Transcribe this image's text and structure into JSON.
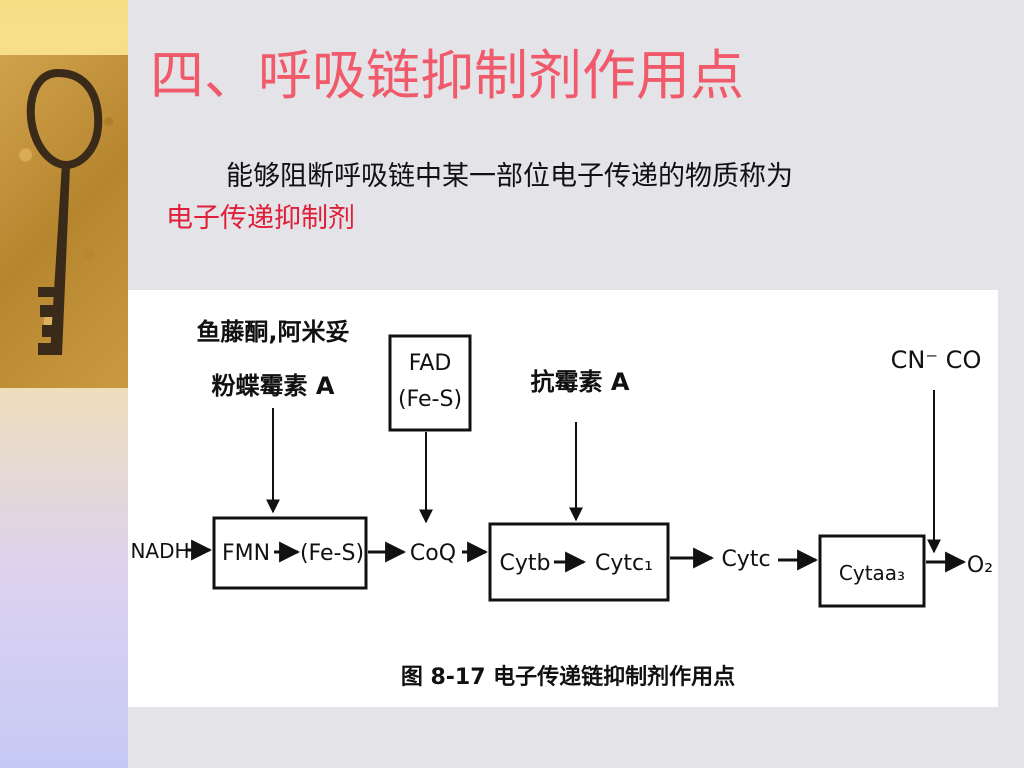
{
  "slide": {
    "title": "四、呼吸链抑制剂作用点",
    "body_text": "能够阻断呼吸链中某一部位电子传递的物质称为",
    "highlight_term": "电子传递抑制剂"
  },
  "diagram": {
    "inhibitor_1_line1": "鱼藤酮,阿米妥",
    "inhibitor_1_line2": "粉蝶霉素 A",
    "fad_line1": "FAD",
    "fad_line2": "(Fe-S)",
    "inhibitor_2": "抗霉素 A",
    "inhibitor_3": "CN⁻ CO",
    "nadh": "NADH",
    "fmn": "FMN",
    "fes": "(Fe-S)",
    "coq": "CoQ",
    "cytb": "Cytb",
    "cytc1": "Cytc₁",
    "cytc": "Cytc",
    "cytaa3": "Cytaa₃",
    "o2": "O₂",
    "caption": "图 8-17   电子传递链抑制剂作用点"
  },
  "colors": {
    "title": "#f05a6a",
    "highlight": "#e0203a",
    "background": "#e3e3e8"
  }
}
